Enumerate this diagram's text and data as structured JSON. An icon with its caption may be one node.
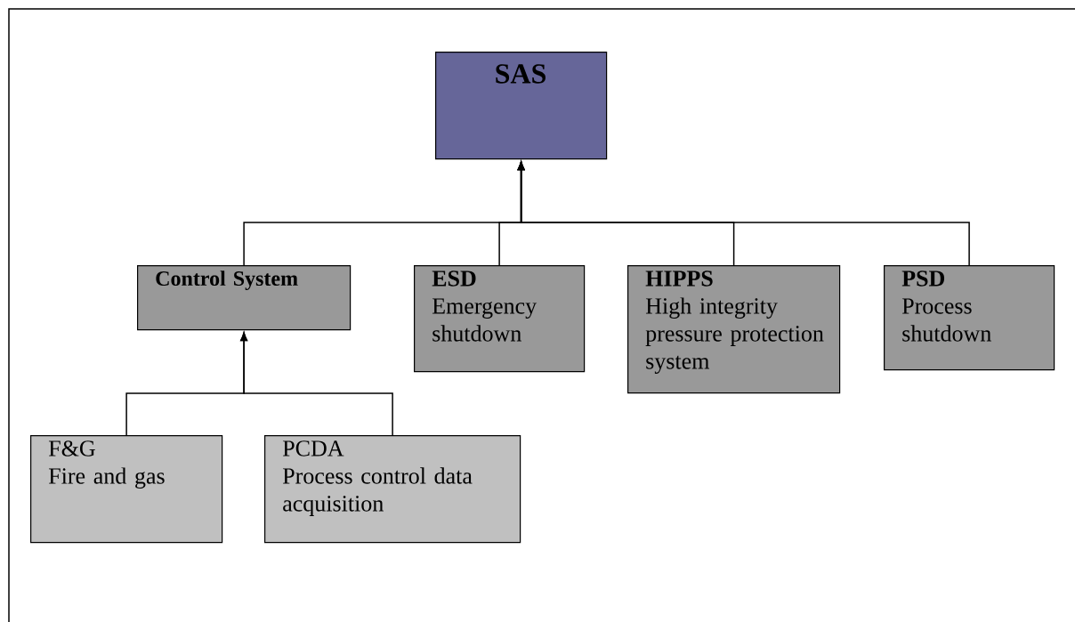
{
  "diagram": {
    "nodes": [
      {
        "text": [
          "SAS"
        ]
      },
      {
        "text": [
          "Control System"
        ]
      },
      {
        "text": [
          "ESD",
          "Emergency shutdown"
        ]
      },
      {
        "text": [
          "HIPPS",
          "High integrity pressure protection system"
        ]
      },
      {
        "text": [
          "PSD",
          "Process shutdown"
        ]
      },
      {
        "text": [
          "F&G",
          "Fire and gas"
        ]
      },
      {
        "text": [
          "PCDA",
          "Process control data acquisition"
        ]
      }
    ],
    "edges": [
      {
        "from": 1,
        "to": 0,
        "arrow": "to"
      },
      {
        "from": 2,
        "to": 0,
        "arrow": "to"
      },
      {
        "from": 3,
        "to": 0,
        "arrow": "to"
      },
      {
        "from": 4,
        "to": 0,
        "arrow": "to"
      },
      {
        "from": 5,
        "to": 1,
        "arrow": "to"
      },
      {
        "from": 6,
        "to": 1,
        "arrow": "to"
      }
    ]
  }
}
